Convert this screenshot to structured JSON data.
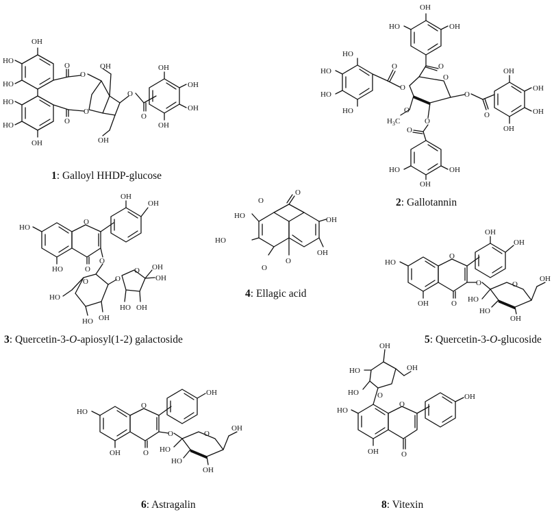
{
  "atoms": {
    "OH": "OH",
    "HO": "HO",
    "O": "O",
    "H3C": "H",
    "H3C_sub": "3",
    "H3C_C": "C"
  },
  "compounds": [
    {
      "number": "1",
      "sep": ": ",
      "name": "Galloyl HHDP-glucose"
    },
    {
      "number": "2",
      "sep": ": ",
      "name": "Gallotannin"
    },
    {
      "number": "3",
      "sep": ": ",
      "name_a": "Quercetin-3-",
      "name_italic": "O",
      "name_b": "-apiosyl(1-2) galactoside"
    },
    {
      "number": "4",
      "sep": ": ",
      "name": "Ellagic acid"
    },
    {
      "number": "5",
      "sep": ": ",
      "name_a": "Quercetin-3-",
      "name_italic": "O",
      "name_b": "-glucoside"
    },
    {
      "number": "6",
      "sep": ": ",
      "name": "Astragalin"
    },
    {
      "number": "8",
      "sep": ": ",
      "name": "Vitexin"
    }
  ]
}
